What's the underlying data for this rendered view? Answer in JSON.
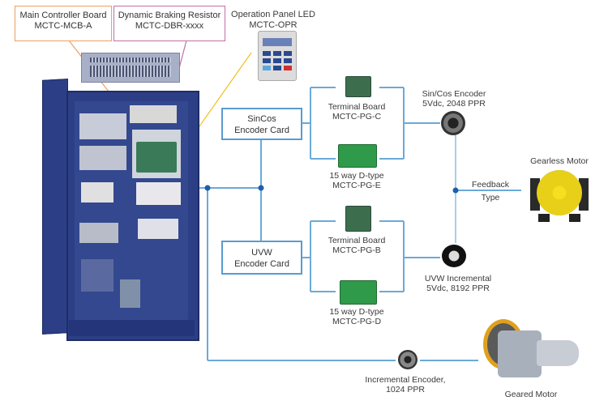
{
  "callouts": {
    "main_controller": {
      "line1": "Main Controller Board",
      "line2": "MCTC-MCB-A",
      "color": "#f0a060"
    },
    "braking_resistor": {
      "line1": "Dynamic Braking Resistor",
      "line2": "MCTC-DBR-xxxx",
      "color": "#c070a8"
    },
    "operation_panel": {
      "line1": "Operation Panel LED",
      "line2": "MCTC-OPR",
      "color": "#f0c020"
    }
  },
  "cards": {
    "sincos": {
      "line1": "SinCos",
      "line2": "Encoder Card"
    },
    "uvw": {
      "line1": "UVW",
      "line2": "Encoder Card"
    }
  },
  "boards": {
    "pg_c": {
      "line1": "Terminal Board",
      "line2": "MCTC-PG-C"
    },
    "pg_e": {
      "line1": "15 way D-type",
      "line2": "MCTC-PG-E"
    },
    "pg_b": {
      "line1": "Terminal Board",
      "line2": "MCTC-PG-B"
    },
    "pg_d": {
      "line1": "15 way D-type",
      "line2": "MCTC-PG-D"
    }
  },
  "encoders": {
    "sincos": {
      "line1": "Sin/Cos Encoder",
      "line2": "5Vdc, 2048 PPR"
    },
    "uvw": {
      "line1": "UVW Incremental",
      "line2": "5Vdc, 8192 PPR"
    },
    "incremental": {
      "line1": "Incremental Encoder,",
      "line2": "1024 PPR"
    }
  },
  "motors": {
    "gearless": "Gearless Motor",
    "geared": "Geared Motor"
  },
  "feedback": {
    "line1": "Feedback",
    "line2": "Type"
  },
  "colors": {
    "connector": "#5a9bd0",
    "node": "#1f5fa8",
    "cabinet": "#2c3f86"
  }
}
